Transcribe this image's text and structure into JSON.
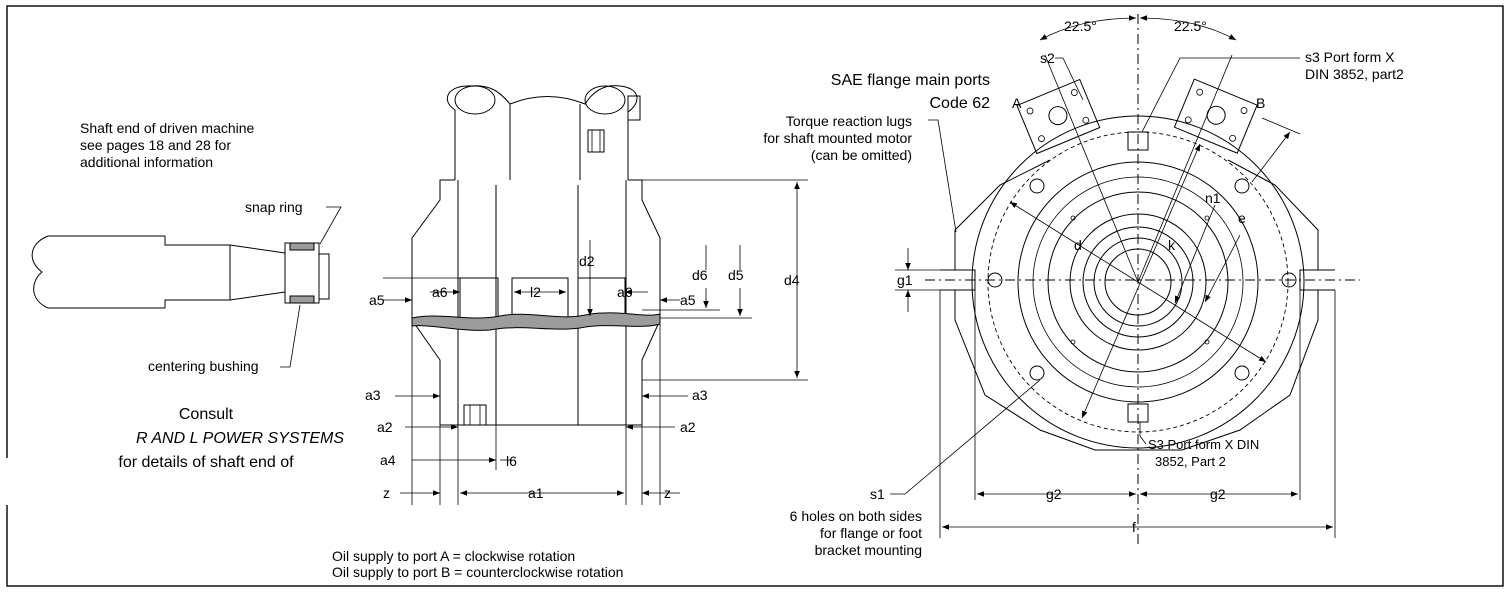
{
  "shaft_note": {
    "line1": "Shaft end of driven machine",
    "line2": "see pages 18 and 28 for",
    "line3": "additional information"
  },
  "snap_ring": "snap ring",
  "centering_bushing": "centering bushing",
  "consult": {
    "line1": "Consult",
    "line2": "R AND L POWER SYSTEMS",
    "line3": "for details of shaft end of"
  },
  "dims": {
    "a1": "a1",
    "a2": "a2",
    "a3": "a3",
    "a4": "a4",
    "a5": "a5",
    "a6": "a6",
    "l2": "l2",
    "l6": "l6",
    "d2": "d2",
    "d4": "d4",
    "d5": "d5",
    "d6": "d6",
    "z": "z",
    "d": "d",
    "k": "k",
    "n1": "n1",
    "e": "e",
    "g1": "g1",
    "g2": "g2",
    "f": "f",
    "s1": "s1",
    "s2": "s2",
    "A": "A",
    "B": "B"
  },
  "angles": {
    "left": "22.5°",
    "right": "22.5°"
  },
  "sae_flange": {
    "line1": "SAE flange main ports",
    "line2": "Code 62"
  },
  "torque": {
    "line1": "Torque reaction lugs",
    "line2": "for shaft mounted motor",
    "line3": "(can be omitted)"
  },
  "s3_top": {
    "line1": "s3  Port form X",
    "line2": "DIN 3852, part2"
  },
  "s3_bottom": {
    "line1": "S3 Port form X DIN",
    "line2": "3852, Part 2"
  },
  "holes_note": {
    "line1": "6 holes on both sides",
    "line2": "for flange or foot",
    "line3": "bracket mounting"
  },
  "oil": {
    "line1": "Oil supply to port A = clockwise rotation",
    "line2": "Oil supply to port B = counterclockwise rotation"
  }
}
